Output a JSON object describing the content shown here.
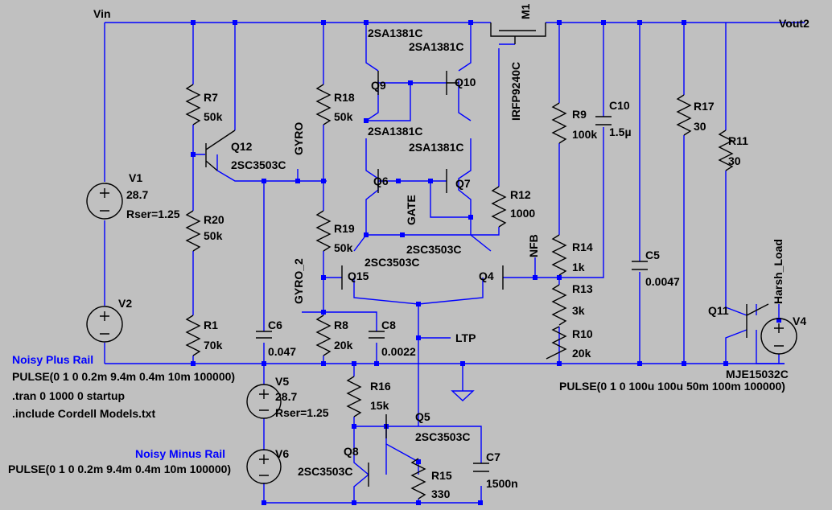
{
  "schematic": {
    "nets": {
      "vin": "Vin",
      "vout": "Vout2",
      "gyro": "GYRO",
      "gyro2": "GYRO_2",
      "gate": "GATE",
      "nfb": "NFB",
      "ltp": "LTP",
      "harsh": "Harsh_Load"
    },
    "rails": {
      "plus": "Noisy Plus Rail",
      "minus": "Noisy Minus Rail"
    },
    "directives": {
      "pulse_plus": "PULSE(0 1 0 0.2m 9.4m 0.4m 10m 100000)",
      "tran": ".tran 0 1000 0 startup",
      "include": ".include Cordell Models.txt",
      "pulse_minus": "PULSE(0 1 0 0.2m 9.4m 0.4m 10m 100000)",
      "pulse_load": "PULSE(0 1 0 100u 100u 50m 100m 100000)"
    },
    "sources": {
      "v1": {
        "name": "V1",
        "value": "28.7",
        "rser": "Rser=1.25"
      },
      "v2": {
        "name": "V2"
      },
      "v4": {
        "name": "V4"
      },
      "v5": {
        "name": "V5",
        "value": "28.7",
        "rser": "Rser=1.25"
      },
      "v6": {
        "name": "V6"
      }
    },
    "resistors": {
      "r7": {
        "name": "R7",
        "value": "50k"
      },
      "r20": {
        "name": "R20",
        "value": "50k"
      },
      "r1": {
        "name": "R1",
        "value": "70k"
      },
      "r18": {
        "name": "R18",
        "value": "50k"
      },
      "r19": {
        "name": "R19",
        "value": "50k"
      },
      "r8": {
        "name": "R8",
        "value": "20k"
      },
      "r16": {
        "name": "R16",
        "value": "15k"
      },
      "r15": {
        "name": "R15",
        "value": "330"
      },
      "r12": {
        "name": "R12",
        "value": "1000"
      },
      "r9": {
        "name": "R9",
        "value": "100k"
      },
      "r14": {
        "name": "R14",
        "value": "1k"
      },
      "r13": {
        "name": "R13",
        "value": "3k"
      },
      "r10": {
        "name": "R10",
        "value": "20k"
      },
      "r17": {
        "name": "R17",
        "value": "30"
      },
      "r11": {
        "name": "R11",
        "value": "30"
      }
    },
    "capacitors": {
      "c6": {
        "name": "C6",
        "value": "0.047"
      },
      "c8": {
        "name": "C8",
        "value": "0.0022"
      },
      "c7": {
        "name": "C7",
        "value": "1500n"
      },
      "c10": {
        "name": "C10",
        "value": "1.5µ"
      },
      "c5": {
        "name": "C5",
        "value": "0.0047"
      }
    },
    "transistors": {
      "q9": {
        "name": "Q9",
        "model": "2SA1381C"
      },
      "q10": {
        "name": "Q10",
        "model": "2SA1381C"
      },
      "q6": {
        "name": "Q6",
        "model": "2SA1381C"
      },
      "q7": {
        "name": "Q7",
        "model": "2SA1381C"
      },
      "q12": {
        "name": "Q12",
        "model": "2SC3503C"
      },
      "q15": {
        "name": "Q15",
        "model": "2SC3503C"
      },
      "q4": {
        "name": "Q4",
        "model": "2SC3503C"
      },
      "q5": {
        "name": "Q5",
        "model": "2SC3503C"
      },
      "q8": {
        "name": "Q8",
        "model": "2SC3503C"
      },
      "q11": {
        "name": "Q11",
        "model": "MJE15032C"
      },
      "m1": {
        "name": "M1",
        "model": "IRFP9240C"
      }
    }
  }
}
